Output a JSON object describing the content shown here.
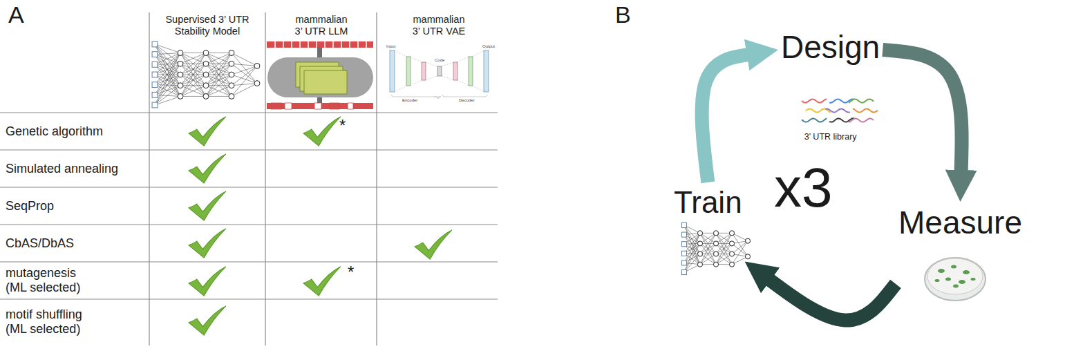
{
  "diagram": {
    "nodes": [
      {
        "text": [
          "Design",
          "3’ UTR library"
        ]
      },
      {
        "text": [
          "Measure"
        ]
      },
      {
        "text": [
          "Train"
        ]
      }
    ],
    "edges": [
      {
        "from": 0,
        "to": 1,
        "arrow": "to"
      },
      {
        "from": 1,
        "to": 2,
        "arrow": "to"
      },
      {
        "from": 2,
        "to": 0,
        "arrow": "to"
      }
    ],
    "labels": [
      "A",
      "Supervised 3’ UTR Stability Model",
      "mammalian 3’ UTR LLM",
      "mammalian 3’ UTR VAE",
      "Genetic algorithm",
      "Simulated annealing",
      "SeqProp",
      "CbAS/DbAS",
      "mutagenesis (ML selected)",
      "motif shuffling (ML selected)",
      "*",
      "*",
      "Input",
      "Code",
      "Output",
      "Encoder",
      "Decoder",
      "B",
      "x3"
    ]
  }
}
